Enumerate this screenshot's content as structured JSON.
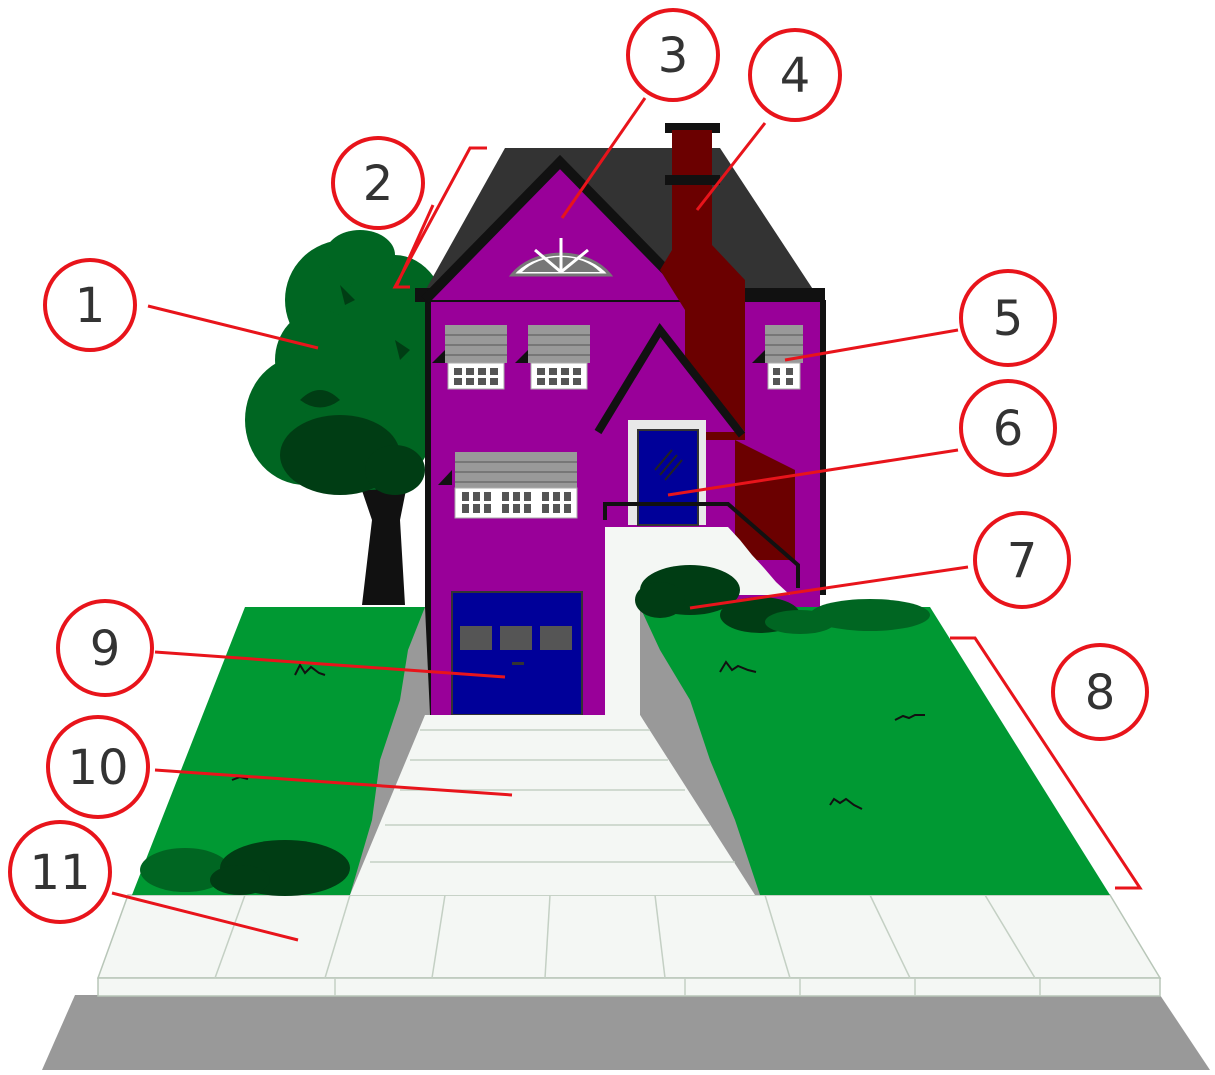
{
  "colors": {
    "house_wall": "#990099",
    "roof": "#333333",
    "chimney": "#6b0000",
    "door": "#000099",
    "lawn": "#009933",
    "tree": "#006622",
    "bush": "#003d14",
    "walkway": "#f4f7f4",
    "road": "#999999",
    "callout": "#e8141b"
  },
  "callouts": [
    {
      "id": 1,
      "label": "1"
    },
    {
      "id": 2,
      "label": "2"
    },
    {
      "id": 3,
      "label": "3"
    },
    {
      "id": 4,
      "label": "4"
    },
    {
      "id": 5,
      "label": "5"
    },
    {
      "id": 6,
      "label": "6"
    },
    {
      "id": 7,
      "label": "7"
    },
    {
      "id": 8,
      "label": "8"
    },
    {
      "id": 9,
      "label": "9"
    },
    {
      "id": 10,
      "label": "10"
    },
    {
      "id": 11,
      "label": "11"
    }
  ]
}
